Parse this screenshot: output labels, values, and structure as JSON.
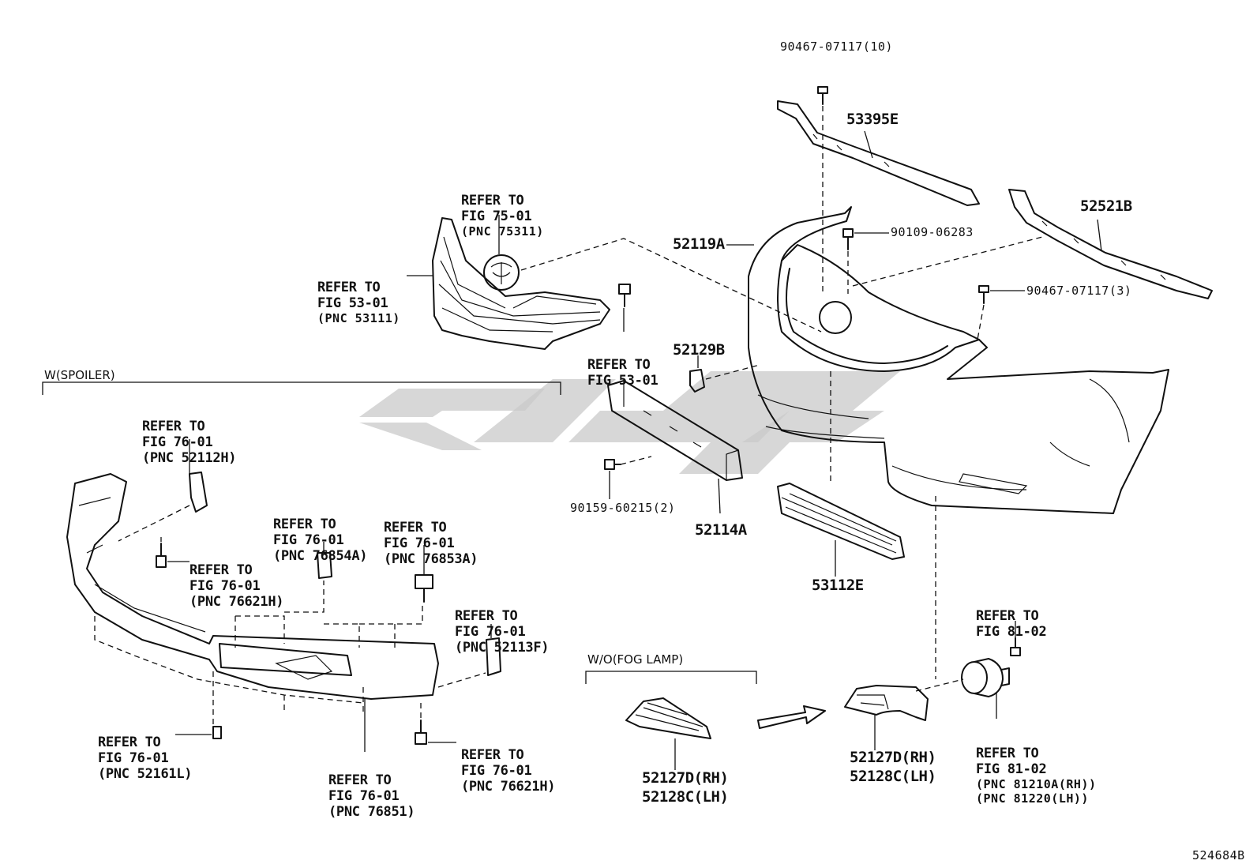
{
  "diagram_id": "524684B",
  "section_headers": {
    "spoiler": "W(SPOILER)",
    "fog_lamp": "W/O(FOG LAMP)"
  },
  "labels": {
    "p_90467_top": "90467-07117(10)",
    "p_53395E": "53395E",
    "p_52521B": "52521B",
    "p_90109": "90109-06283",
    "p_90467_right": "90467-07117(3)",
    "p_52119A": "52119A",
    "p_52129B": "52129B",
    "p_90159": "90159-60215(2)",
    "p_52114A": "52114A",
    "p_53112E": "53112E",
    "p_52127D_mid_rh": "52127D(RH)",
    "p_52128C_mid_lh": "52128C(LH)",
    "p_52127D_right_rh": "52127D(RH)",
    "p_52128C_right_lh": "52128C(LH)"
  },
  "refs": {
    "r_fig75": [
      "REFER TO",
      "FIG 75-01",
      "(PNC 75311)"
    ],
    "r_fig53_grille": [
      "REFER TO",
      "FIG 53-01",
      "(PNC 53111)"
    ],
    "r_fig53_clip": [
      "REFER TO",
      "FIG 53-01"
    ],
    "r_52112H": [
      "REFER TO",
      "FIG 76-01",
      "(PNC 52112H)"
    ],
    "r_76621H_a": [
      "REFER TO",
      "FIG 76-01",
      "(PNC 76621H)"
    ],
    "r_76854A": [
      "REFER TO",
      "FIG 76-01",
      "(PNC 76854A)"
    ],
    "r_76853A": [
      "REFER TO",
      "FIG 76-01",
      "(PNC 76853A)"
    ],
    "r_52113F": [
      "REFER TO",
      "FIG 76-01",
      "(PNC 52113F)"
    ],
    "r_52161L": [
      "REFER TO",
      "FIG 76-01",
      "(PNC 52161L)"
    ],
    "r_76851": [
      "REFER TO",
      "FIG 76-01",
      "(PNC 76851)"
    ],
    "r_76621H_b": [
      "REFER TO",
      "FIG 76-01",
      "(PNC 76621H)"
    ],
    "r_fig81_bolt": [
      "REFER TO",
      "FIG 81-02"
    ],
    "r_fig81_lamp": [
      "REFER TO",
      "FIG 81-02",
      "(PNC 81210A(RH))",
      "(PNC 81220(LH))"
    ]
  }
}
